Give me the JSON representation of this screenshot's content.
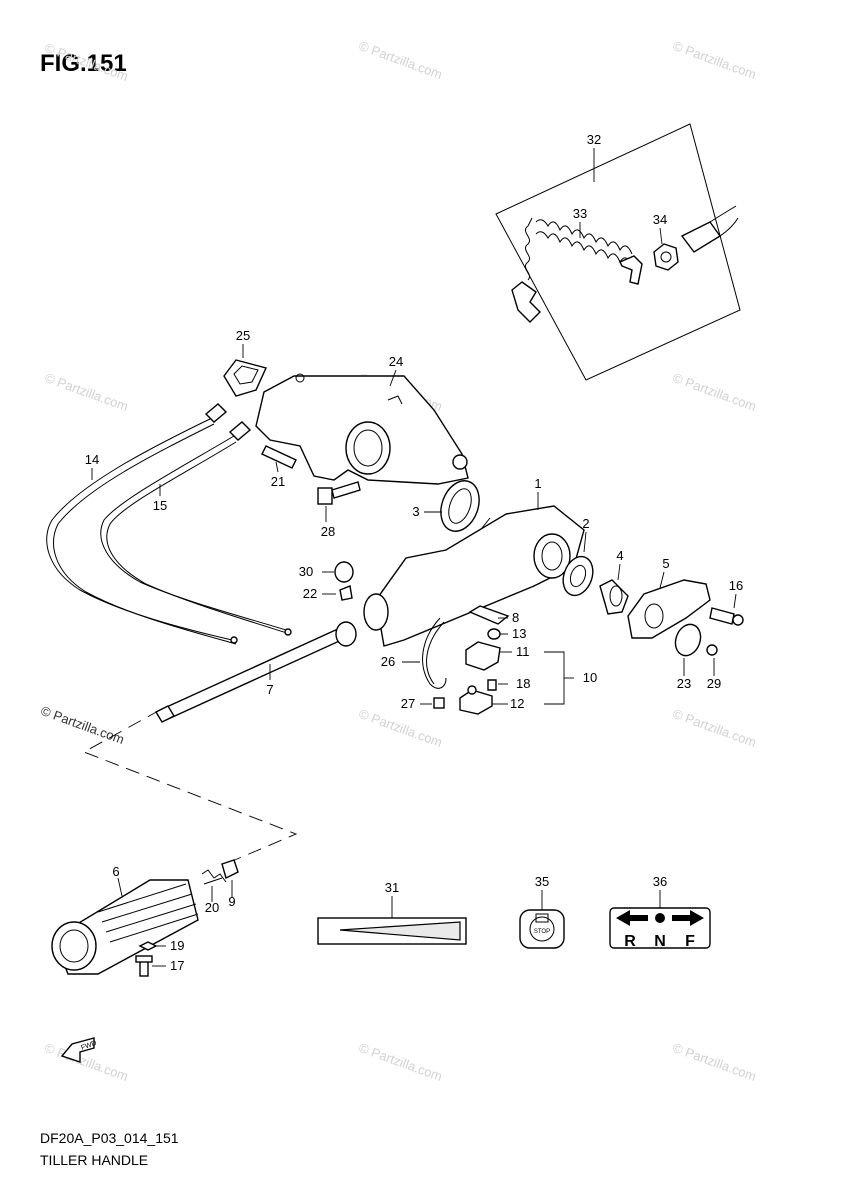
{
  "figure": {
    "title": "FIG.151"
  },
  "footer": {
    "code": "DF20A_P03_014_151",
    "name": "TILLER HANDLE"
  },
  "watermark": {
    "text": "© Partzilla.com"
  },
  "callouts": [
    {
      "id": "c1",
      "label": "1"
    },
    {
      "id": "c2",
      "label": "2"
    },
    {
      "id": "c3",
      "label": "3"
    },
    {
      "id": "c4",
      "label": "4"
    },
    {
      "id": "c5",
      "label": "5"
    },
    {
      "id": "c6",
      "label": "6"
    },
    {
      "id": "c7",
      "label": "7"
    },
    {
      "id": "c8",
      "label": "8"
    },
    {
      "id": "c9",
      "label": "9"
    },
    {
      "id": "c10",
      "label": "10"
    },
    {
      "id": "c11",
      "label": "11"
    },
    {
      "id": "c12",
      "label": "12"
    },
    {
      "id": "c13",
      "label": "13"
    },
    {
      "id": "c14",
      "label": "14"
    },
    {
      "id": "c15",
      "label": "15"
    },
    {
      "id": "c16",
      "label": "16"
    },
    {
      "id": "c17",
      "label": "17"
    },
    {
      "id": "c18",
      "label": "18"
    },
    {
      "id": "c19",
      "label": "19"
    },
    {
      "id": "c20",
      "label": "20"
    },
    {
      "id": "c21",
      "label": "21"
    },
    {
      "id": "c22",
      "label": "22"
    },
    {
      "id": "c23",
      "label": "23"
    },
    {
      "id": "c24",
      "label": "24"
    },
    {
      "id": "c25",
      "label": "25"
    },
    {
      "id": "c26",
      "label": "26"
    },
    {
      "id": "c27",
      "label": "27"
    },
    {
      "id": "c28",
      "label": "28"
    },
    {
      "id": "c29",
      "label": "29"
    },
    {
      "id": "c30",
      "label": "30"
    },
    {
      "id": "c31",
      "label": "31"
    },
    {
      "id": "c32",
      "label": "32"
    },
    {
      "id": "c33",
      "label": "33"
    },
    {
      "id": "c34",
      "label": "34"
    },
    {
      "id": "c35",
      "label": "35"
    },
    {
      "id": "c36",
      "label": "36"
    }
  ],
  "labels": {
    "stop_decal": "STOP",
    "shift_letters": [
      "R",
      "N",
      "F"
    ],
    "fwd_arrow": "FWD"
  },
  "colors": {
    "line": "#000000",
    "watermark": "#d2d2d2",
    "decal_fill": "#e9e9e9"
  }
}
